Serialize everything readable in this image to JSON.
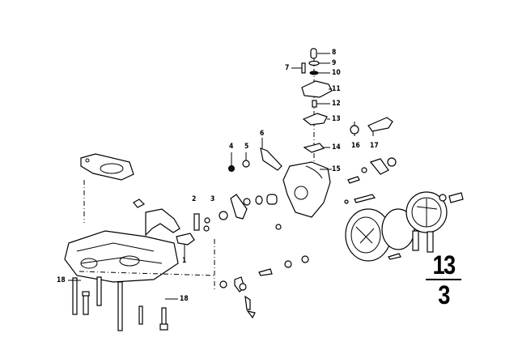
{
  "diagram": {
    "title": "Carburetor exploded view",
    "group_number": "13",
    "subgroup_number": "3",
    "callouts": [
      {
        "label": "1"
      },
      {
        "label": "2"
      },
      {
        "label": "3"
      },
      {
        "label": "4"
      },
      {
        "label": "5"
      },
      {
        "label": "6"
      },
      {
        "label": "7"
      },
      {
        "label": "8"
      },
      {
        "label": "9"
      },
      {
        "label": "10"
      },
      {
        "label": "11"
      },
      {
        "label": "12"
      },
      {
        "label": "13"
      },
      {
        "label": "14"
      },
      {
        "label": "15"
      },
      {
        "label": "16"
      },
      {
        "label": "17"
      },
      {
        "label": "18"
      },
      {
        "label": "18"
      }
    ]
  }
}
